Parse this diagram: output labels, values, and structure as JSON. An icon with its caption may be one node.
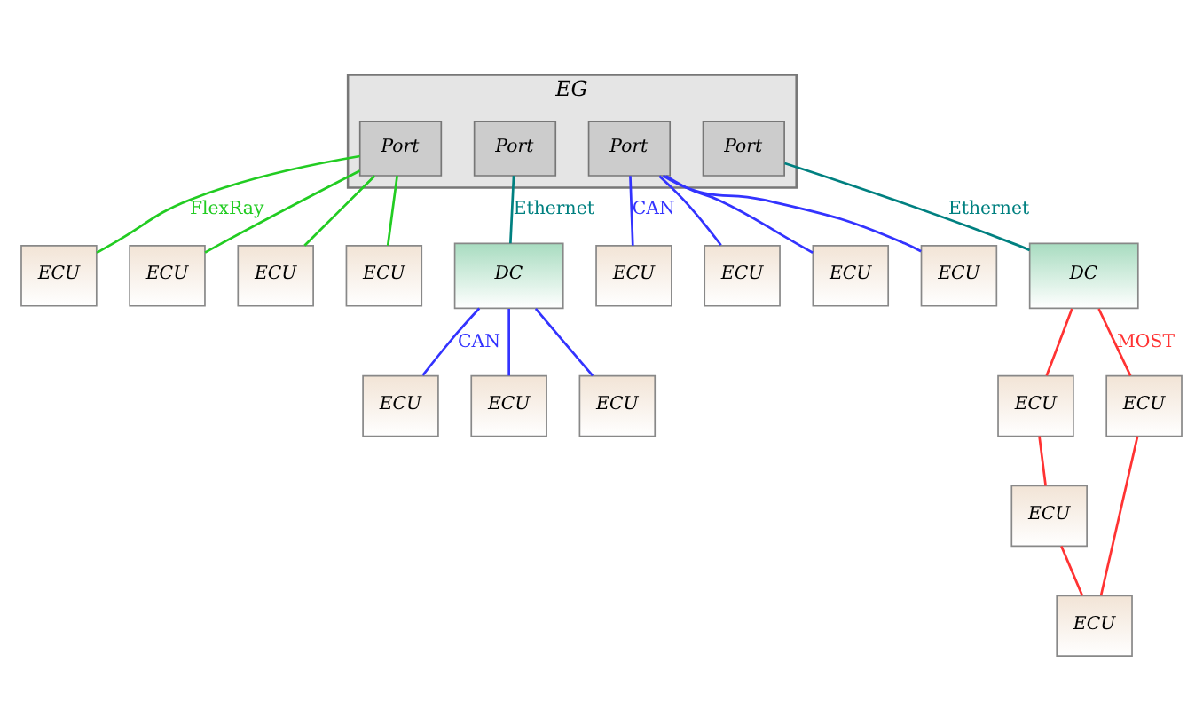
{
  "diagram": {
    "nodes": [
      {
        "text": [
          "EG"
        ]
      },
      {
        "text": [
          "Port"
        ],
        "in": 0
      },
      {
        "text": [
          "Port"
        ],
        "in": 0
      },
      {
        "text": [
          "Port"
        ],
        "in": 0
      },
      {
        "text": [
          "Port"
        ],
        "in": 0
      },
      {
        "text": [
          "DC"
        ]
      },
      {
        "text": [
          "DC"
        ]
      },
      {
        "text": [
          "ECU"
        ]
      },
      {
        "text": [
          "ECU"
        ]
      },
      {
        "text": [
          "ECU"
        ]
      },
      {
        "text": [
          "ECU"
        ]
      },
      {
        "text": [
          "ECU"
        ]
      },
      {
        "text": [
          "ECU"
        ]
      },
      {
        "text": [
          "ECU"
        ]
      },
      {
        "text": [
          "ECU"
        ]
      },
      {
        "text": [
          "ECU"
        ]
      },
      {
        "text": [
          "ECU"
        ]
      },
      {
        "text": [
          "ECU"
        ]
      },
      {
        "text": [
          "ECU"
        ]
      },
      {
        "text": [
          "ECU"
        ]
      },
      {
        "text": [
          "ECU"
        ]
      },
      {
        "text": [
          "ECU"
        ]
      }
    ],
    "edges": [
      {
        "from": 1,
        "to": 7,
        "arrow": "none",
        "label": "FlexRay",
        "color": "#22cc22"
      },
      {
        "from": 1,
        "to": 8,
        "arrow": "none",
        "color": "#22cc22"
      },
      {
        "from": 1,
        "to": 9,
        "arrow": "none",
        "color": "#22cc22"
      },
      {
        "from": 1,
        "to": 10,
        "arrow": "none",
        "color": "#22cc22"
      },
      {
        "from": 3,
        "to": 11,
        "arrow": "none",
        "label": "CAN",
        "color": "#3333ff"
      },
      {
        "from": 3,
        "to": 12,
        "arrow": "none",
        "color": "#3333ff"
      },
      {
        "from": 3,
        "to": 13,
        "arrow": "none",
        "color": "#3333ff"
      },
      {
        "from": 3,
        "to": 14,
        "arrow": "none",
        "color": "#3333ff"
      },
      {
        "from": 4,
        "to": 5,
        "arrow": "none",
        "label": "Ethernet",
        "color": "#008080"
      },
      {
        "from": 2,
        "to": 6,
        "arrow": "none",
        "label": "Ethernet",
        "color": "#008080"
      },
      {
        "from": 5,
        "to": 15,
        "arrow": "none",
        "color": "#ff3333"
      },
      {
        "from": 5,
        "to": 16,
        "arrow": "none",
        "label": "MOST",
        "color": "#ff3333"
      },
      {
        "from": 15,
        "to": 17,
        "arrow": "none",
        "color": "#ff3333"
      },
      {
        "from": 16,
        "to": 18,
        "arrow": "none",
        "color": "#ff3333"
      },
      {
        "from": 17,
        "to": 18,
        "arrow": "none",
        "color": "#ff3333"
      },
      {
        "from": 6,
        "to": 19,
        "arrow": "none",
        "label": "CAN",
        "color": "#3333ff"
      },
      {
        "from": 6,
        "to": 20,
        "arrow": "none",
        "color": "#3333ff"
      },
      {
        "from": 6,
        "to": 21,
        "arrow": "none",
        "color": "#3333ff"
      }
    ]
  }
}
